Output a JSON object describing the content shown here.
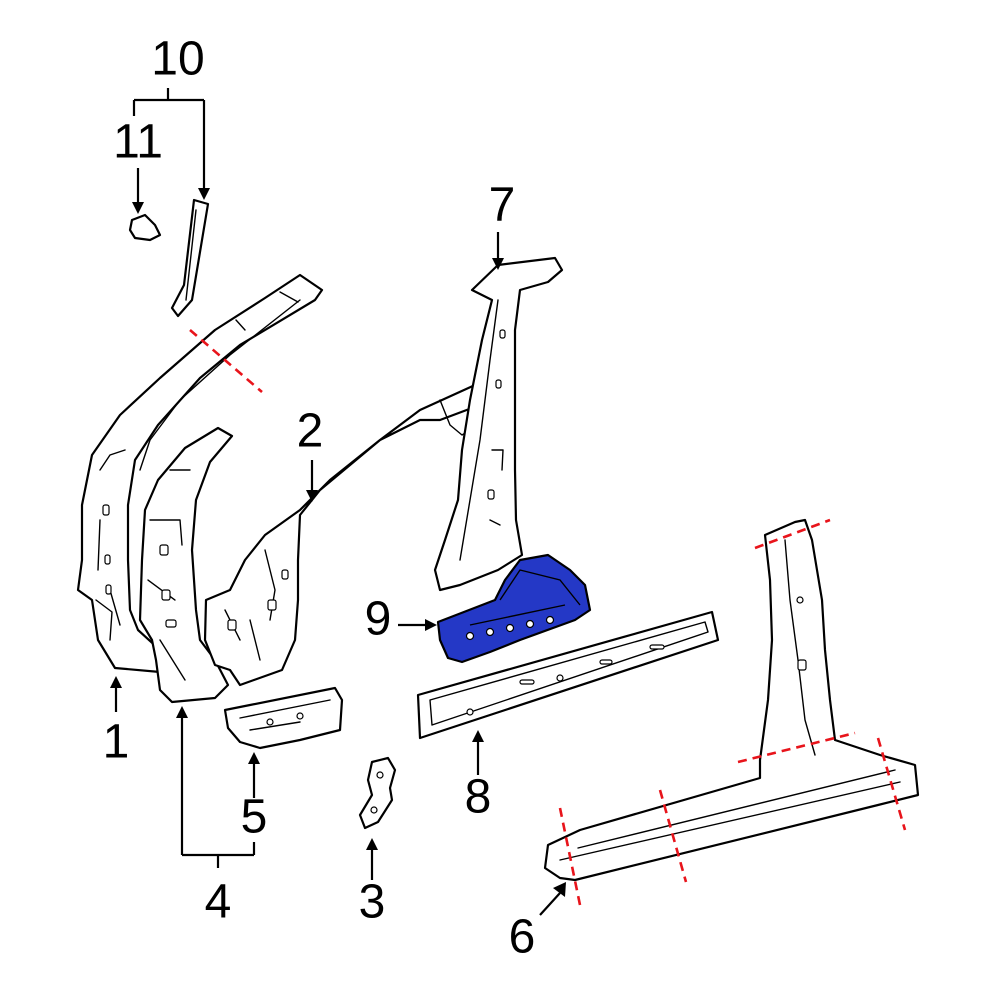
{
  "callouts": {
    "c1": "1",
    "c2": "2",
    "c3": "3",
    "c4": "4",
    "c5": "5",
    "c6": "6",
    "c7": "7",
    "c8": "8",
    "c9": "9",
    "c10": "10",
    "c11": "11"
  },
  "colors": {
    "highlight": "#2438c6",
    "cut_line": "#e8141b",
    "line": "#000000",
    "background": "#ffffff"
  }
}
